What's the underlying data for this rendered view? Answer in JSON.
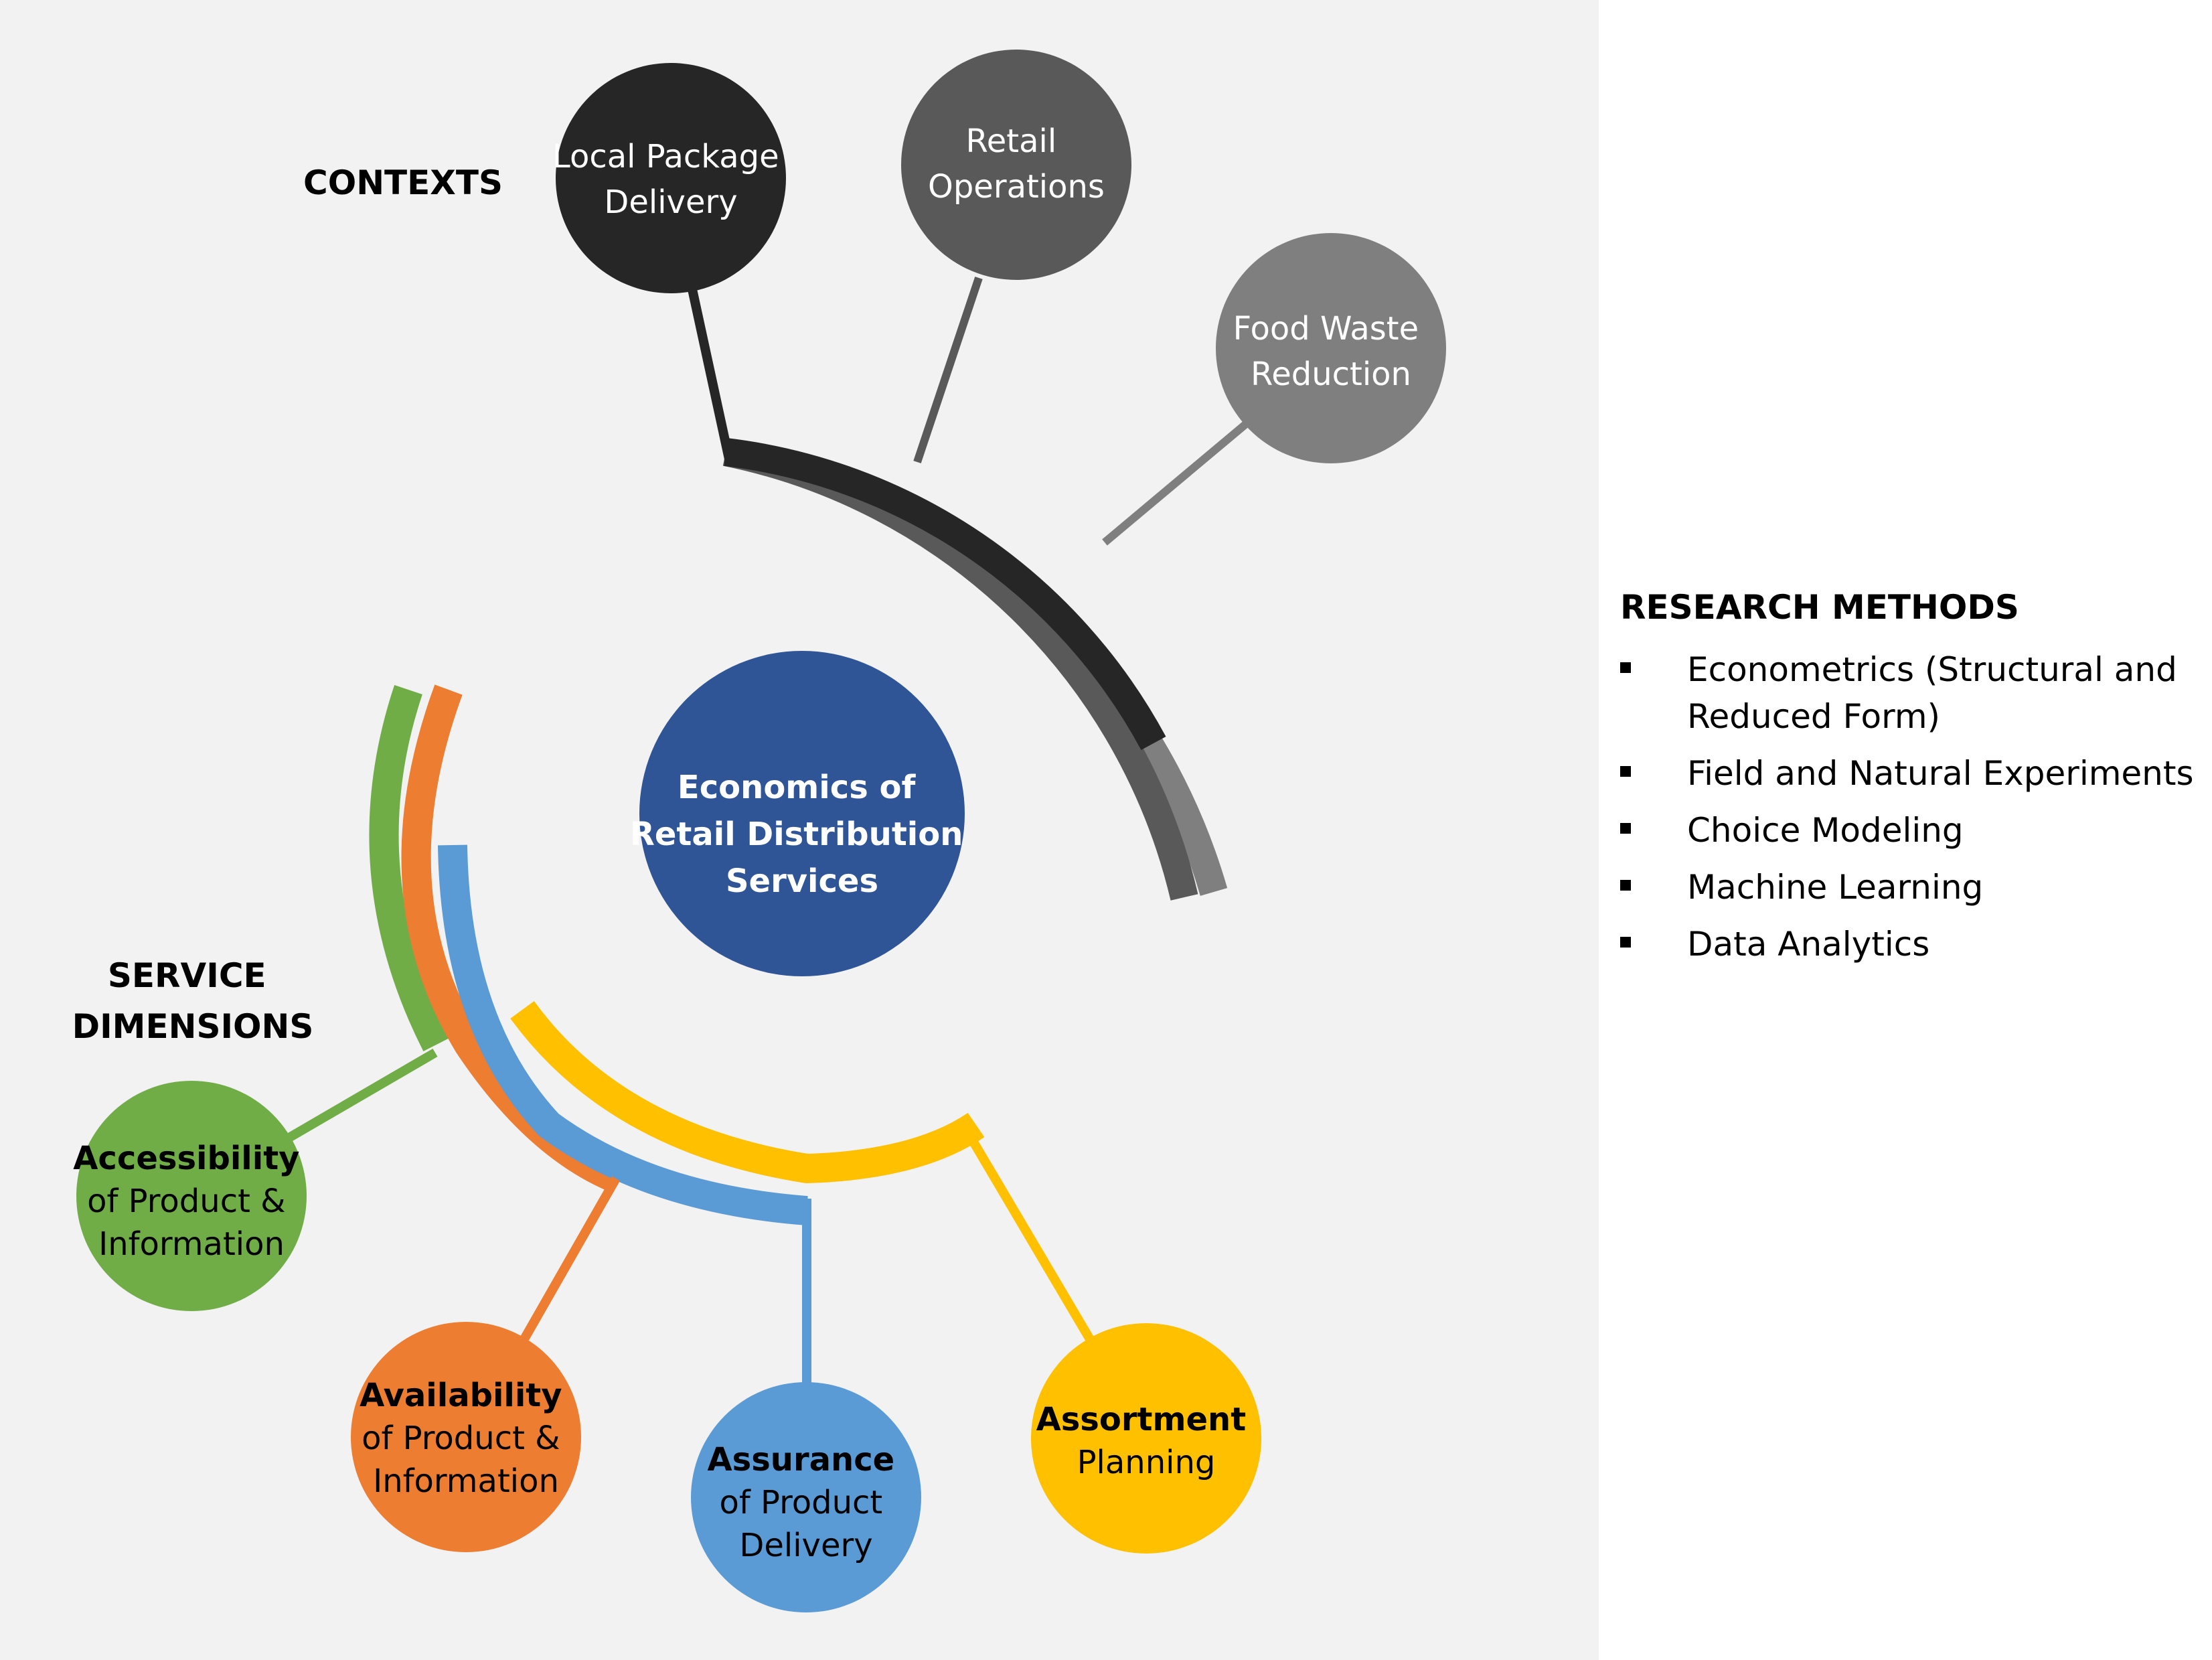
{
  "center": {
    "lines": [
      "Economics of",
      "Retail Distribution",
      "Services"
    ],
    "color": "#2f5597"
  },
  "contexts": {
    "heading": "CONTEXTS",
    "items": [
      {
        "lines": [
          "Local Package",
          "Delivery"
        ],
        "color": "#262626"
      },
      {
        "lines": [
          "Retail",
          "Operations"
        ],
        "color": "#595959"
      },
      {
        "lines": [
          "Food Waste",
          "Reduction"
        ],
        "color": "#7f7f7f"
      }
    ]
  },
  "service_dimensions": {
    "heading_lines": [
      "SERVICE",
      "DIMENSIONS"
    ],
    "items": [
      {
        "bold": "Accessibility",
        "rest": [
          "of Product &",
          "Information"
        ],
        "color": "#70ad47"
      },
      {
        "bold": "Availability",
        "rest": [
          "of Product &",
          "Information"
        ],
        "color": "#ed7d31"
      },
      {
        "bold": "Assurance",
        "rest": [
          "of Product",
          "Delivery"
        ],
        "color": "#5b9bd5"
      },
      {
        "bold": "Assortment",
        "rest": [
          "Planning"
        ],
        "color": "#ffc000"
      }
    ]
  },
  "research_methods": {
    "title": "RESEARCH METHODS",
    "items": [
      "Econometrics (Structural and Reduced Form)",
      "Field and Natural Experiments",
      "Choice Modeling",
      "Machine Learning",
      "Data Analytics"
    ]
  }
}
